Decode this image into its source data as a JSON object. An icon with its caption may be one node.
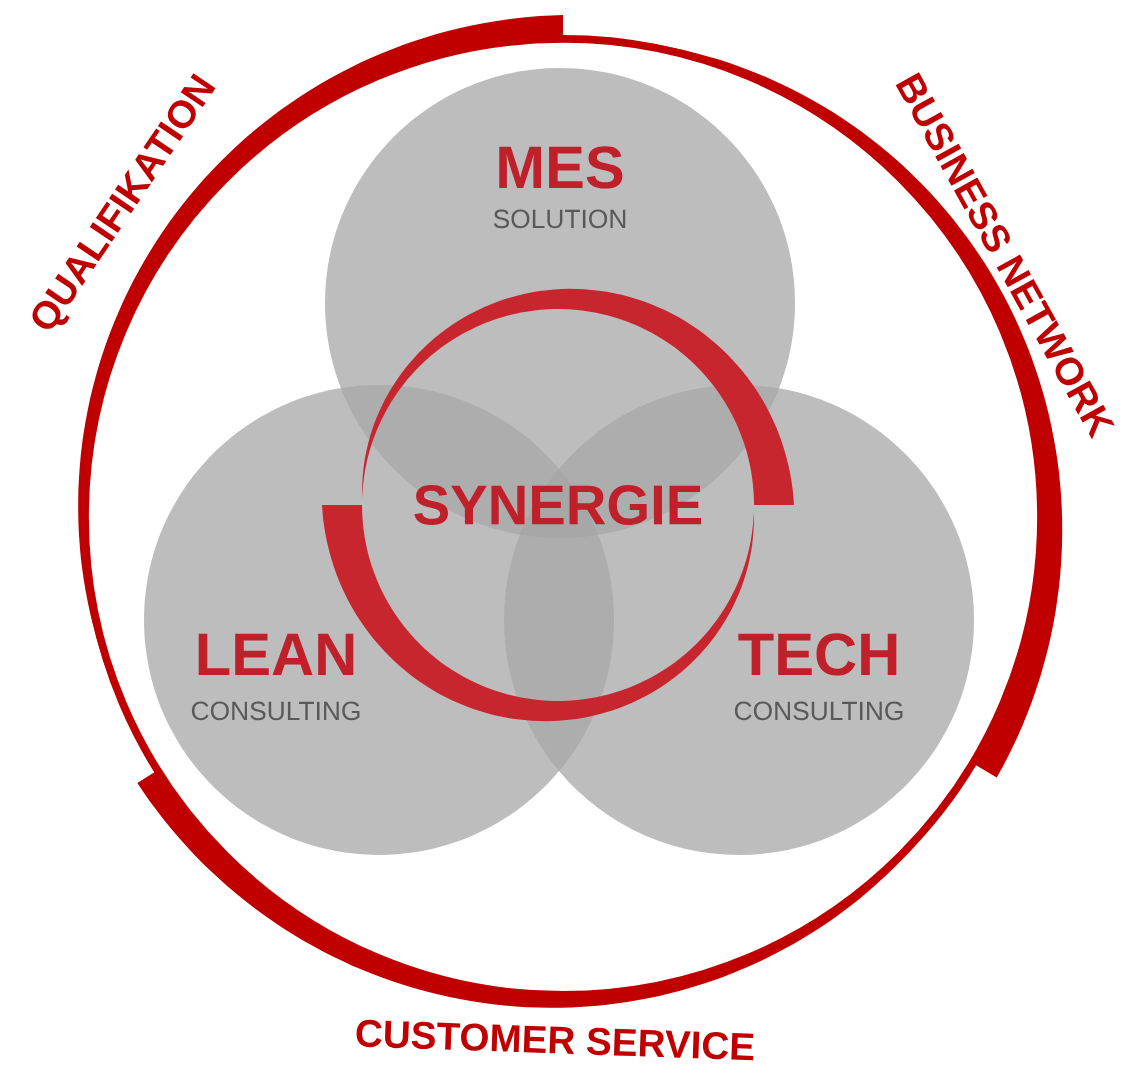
{
  "diagram": {
    "nodes": [
      {
        "text": [
          "MES",
          "SOLUTION"
        ]
      },
      {
        "text": [
          "LEAN",
          "CONSULTING"
        ]
      },
      {
        "text": [
          "TECH",
          "CONSULTING"
        ]
      }
    ],
    "labels": [
      "SYNERGIE",
      "QUALIFIKATION",
      "BUSINESS NETWORK",
      "CUSTOMER SERVICE"
    ]
  }
}
